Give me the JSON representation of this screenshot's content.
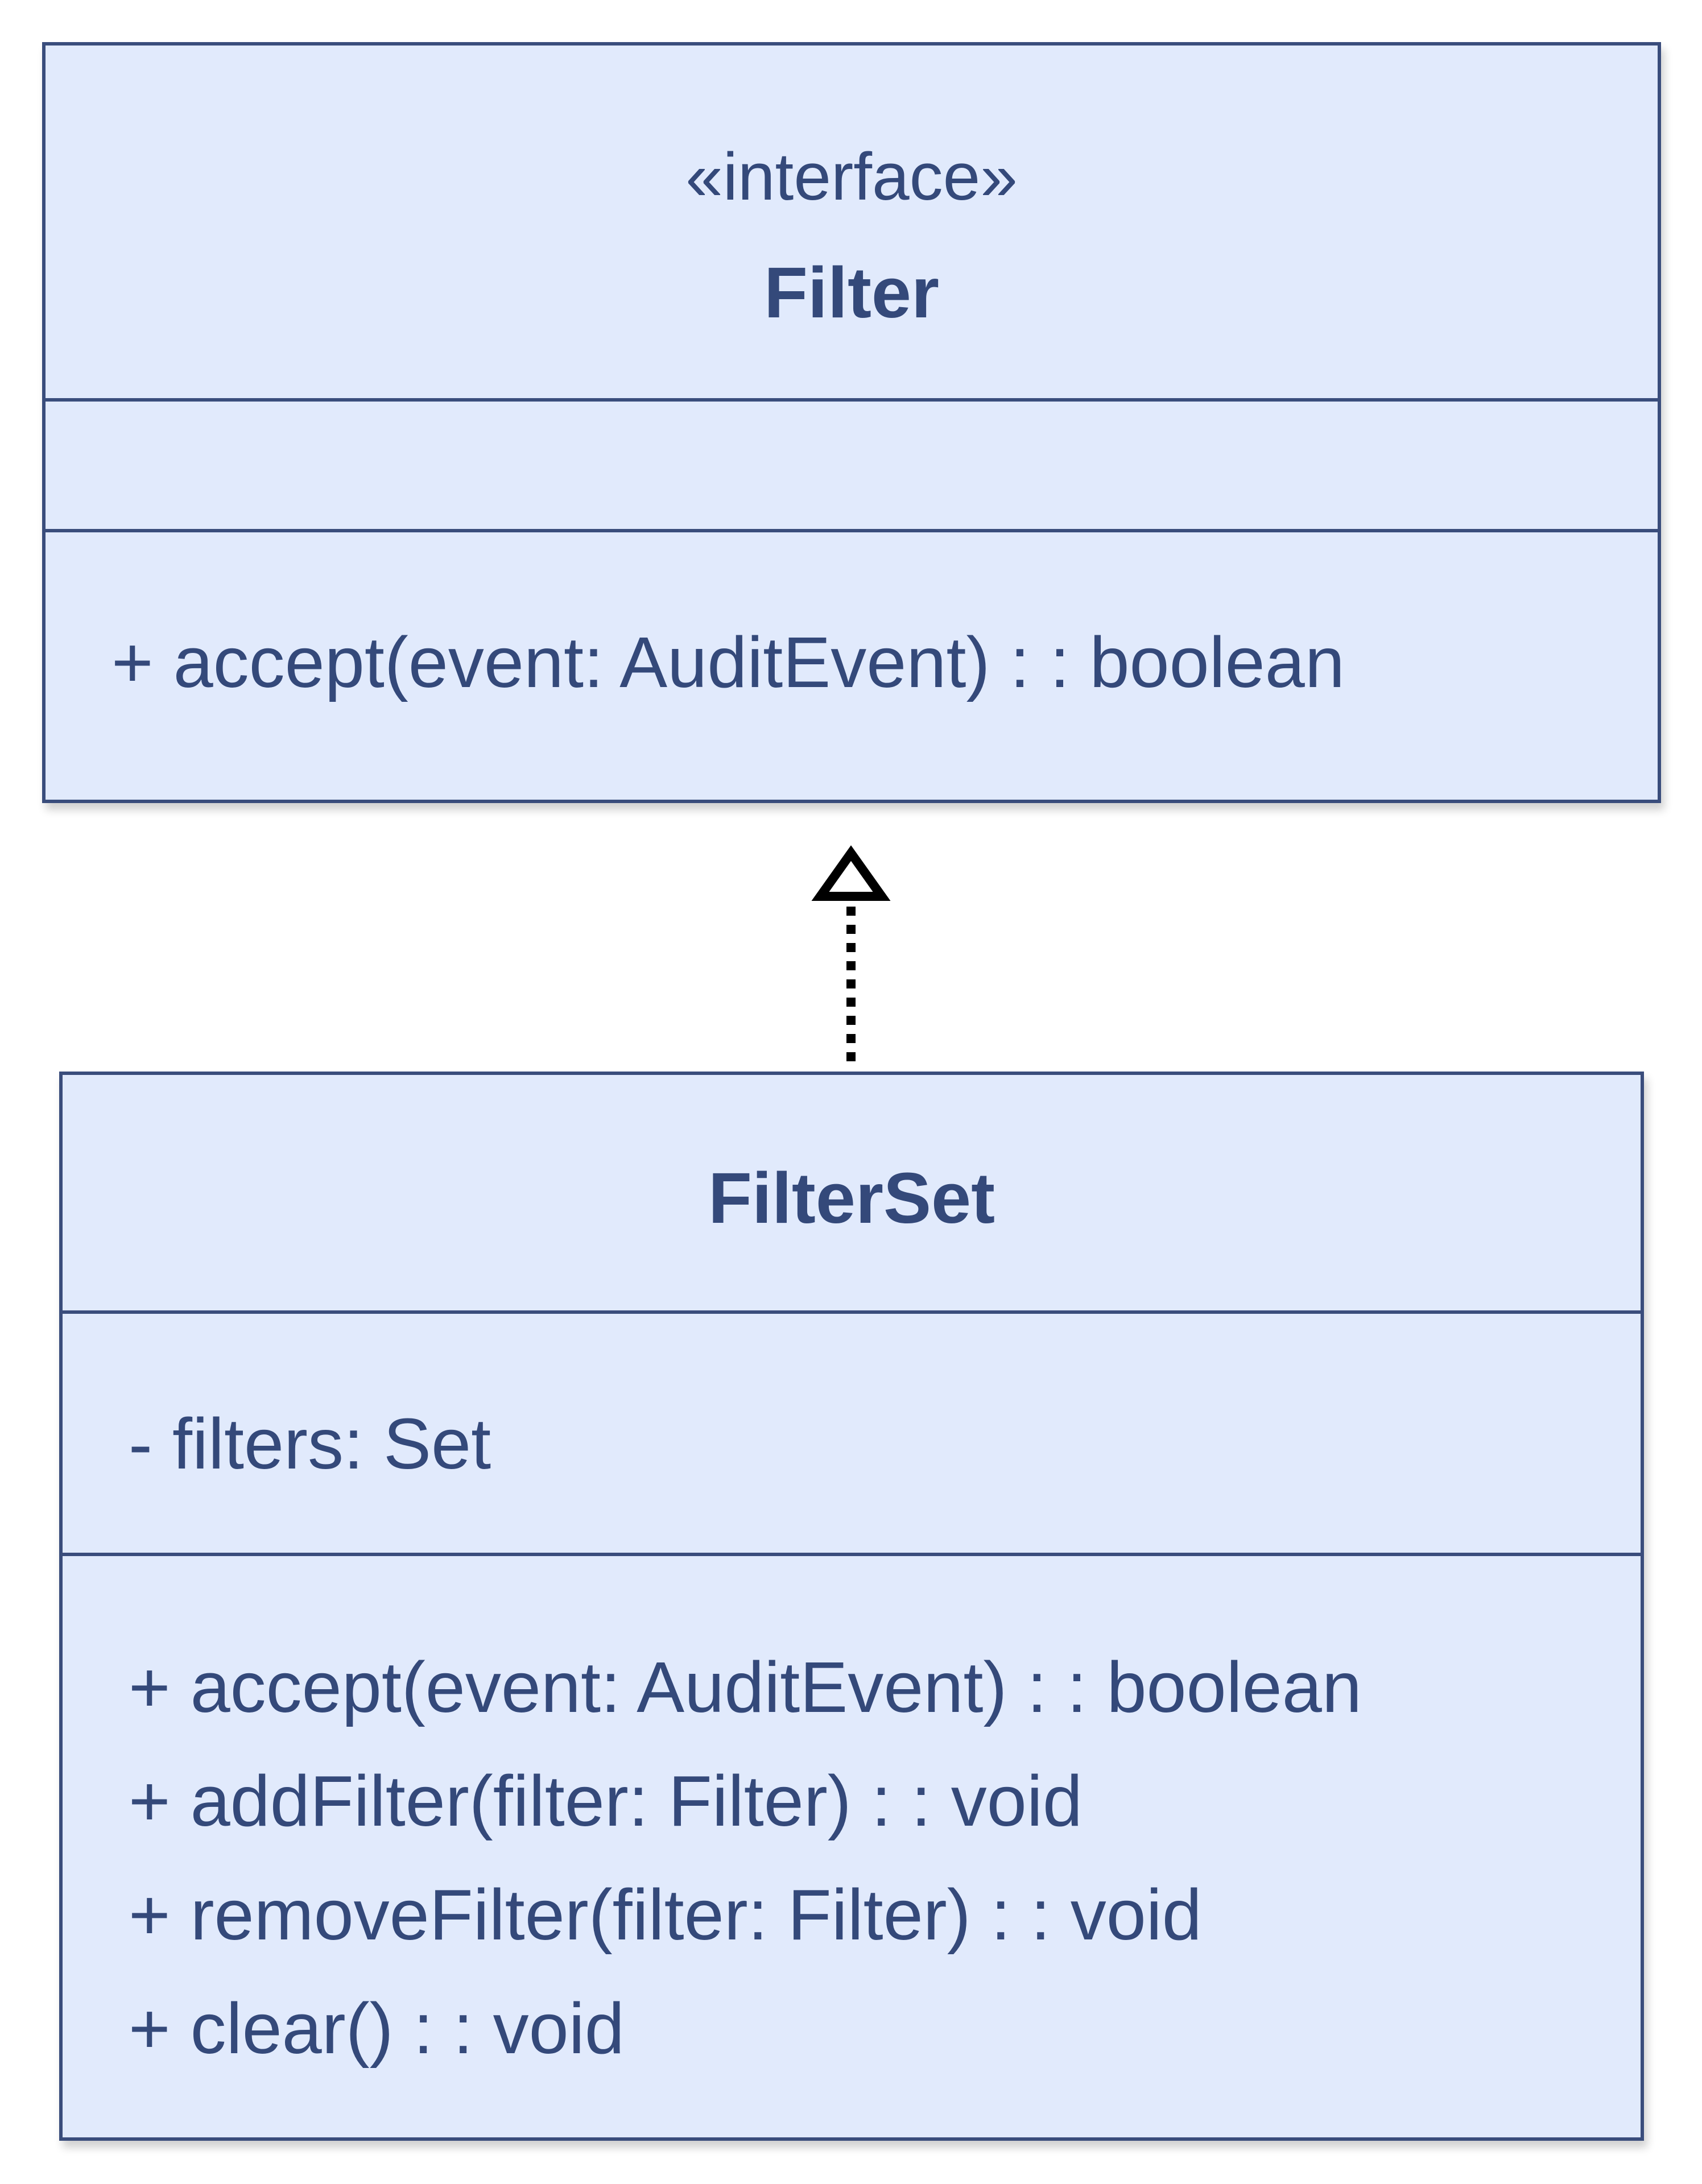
{
  "diagram": {
    "filter": {
      "stereotype": "«interface»",
      "name": "Filter",
      "attributes": [],
      "operations": [
        "+ accept(event: AuditEvent) : : boolean"
      ]
    },
    "filterset": {
      "name": "FilterSet",
      "attributes": [
        "- filters: Set"
      ],
      "operations": [
        "+ accept(event: AuditEvent) : : boolean",
        "+ addFilter(filter: Filter) : : void",
        "+ removeFilter(filter: Filter) : : void",
        "+ clear() : : void"
      ]
    },
    "relationship": {
      "type": "realization",
      "from": "FilterSet",
      "to": "Filter"
    }
  },
  "colors": {
    "box_fill": "#e1eafc",
    "box_border": "#3a4d7c",
    "text": "#34497a",
    "arrow": "#000000"
  }
}
